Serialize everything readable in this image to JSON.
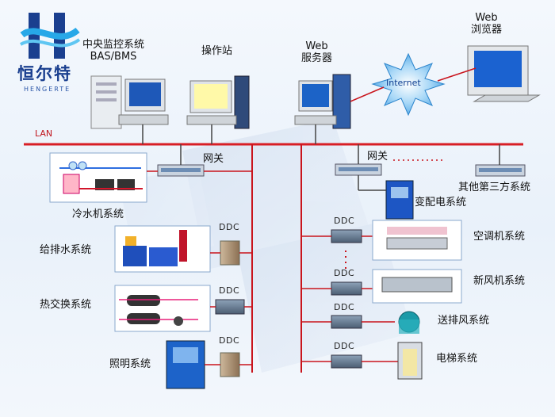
{
  "logo": {
    "name": "恒尔特",
    "sub": "HENGERTE"
  },
  "lan_label": "LAN",
  "top": {
    "central": {
      "line1": "中央监控系统",
      "line2": "BAS/BMS"
    },
    "operator": "操作站",
    "web_server": {
      "line1": "Web",
      "line2": "服务器"
    },
    "internet": "Internet",
    "browser": {
      "line1": "Web",
      "line2": "浏览器"
    }
  },
  "gateways": {
    "left": "网关",
    "right": "网关"
  },
  "systems": {
    "chiller": "冷水机系统",
    "water": "给排水系统",
    "heat": "热交换系统",
    "lighting": "照明系统",
    "substation": "变配电系统",
    "third_party": "其他第三方系统",
    "ac": "空调机系统",
    "fresh_air": "新风机系统",
    "ventilation": "送排风系统",
    "elevator": "电梯系统"
  },
  "ddc": "DDC",
  "colors": {
    "lan": "#d81e25",
    "bus": "#c9141c",
    "node_line": "#b11a20",
    "box": "#8aa8cc"
  }
}
